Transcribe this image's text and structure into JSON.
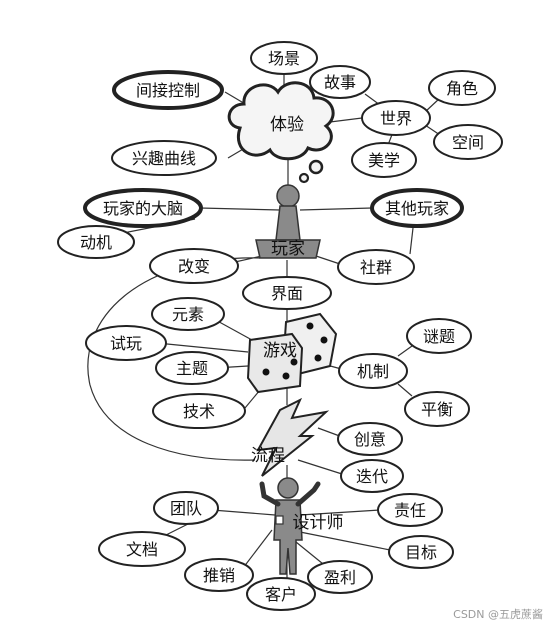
{
  "diagram": {
    "hubs": {
      "experience": "体验",
      "player": "玩家",
      "game": "游戏",
      "process": "流程",
      "designer": "设计师"
    },
    "nodes": {
      "scene": "场景",
      "indirect_control": "间接控制",
      "story": "故事",
      "role": "角色",
      "world": "世界",
      "space": "空间",
      "interest_curve": "兴趣曲线",
      "aesthetics": "美学",
      "player_brain": "玩家的大脑",
      "other_players": "其他玩家",
      "motivation": "动机",
      "change": "改变",
      "community": "社群",
      "interface": "界面",
      "elements": "元素",
      "playtest": "试玩",
      "puzzle": "谜题",
      "theme": "主题",
      "mechanics": "机制",
      "technology": "技术",
      "balance": "平衡",
      "creativity": "创意",
      "iteration": "迭代",
      "team": "团队",
      "responsibility": "责任",
      "documentation": "文档",
      "goal": "目标",
      "marketing": "推销",
      "profit": "盈利",
      "client": "客户"
    },
    "watermark": "CSDN @五虎蔗酱"
  }
}
